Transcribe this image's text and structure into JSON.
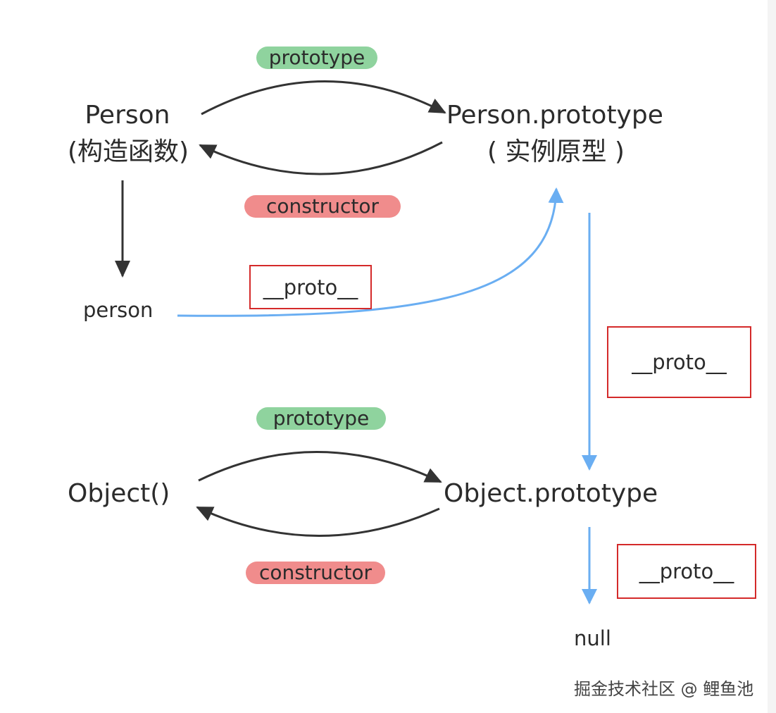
{
  "nodes": {
    "person_ctor_title": "Person",
    "person_ctor_subtitle": "(构造函数)",
    "person_proto_title": "Person.prototype",
    "person_proto_subtitle": "( 实例原型 )",
    "person_instance": "person",
    "object_ctor": "Object()",
    "object_proto": "Object.prototype",
    "null_node": "null"
  },
  "labels": {
    "prototype_top": "prototype",
    "constructor_top": "constructor",
    "prototype_bottom": "prototype",
    "constructor_bottom": "constructor",
    "proto_person": "__proto__",
    "proto_person_prototype": "__proto__",
    "proto_object_prototype": "__proto__"
  },
  "watermark": "掘金技术社区 @ 鲤鱼池",
  "colors": {
    "text": "#2b2b2b",
    "dark_arrow": "#333333",
    "blue_arrow": "#6aaef2",
    "prototype_pill": "#8fd39e",
    "constructor_pill": "#f08c8c",
    "proto_box_border": "#d42a2a"
  }
}
